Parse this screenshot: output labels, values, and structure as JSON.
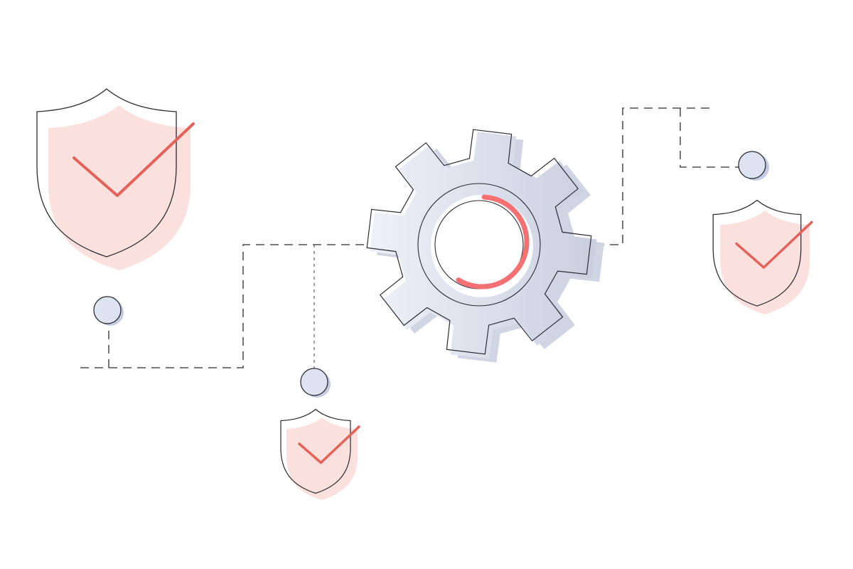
{
  "colors": {
    "background": "#ffffff",
    "outline": "#2b2b33",
    "shield_fill": "#fbe1dd",
    "check": "#e5615a",
    "gear_light": "#eef1f8",
    "gear_dark": "#c9cfdf",
    "gear_shadow": "#cfd5e3",
    "ring_accent": "#f47073",
    "node_fill": "#dde3f1",
    "node_shadow": "#c3cbe0",
    "connector": "#2b2b33"
  },
  "icons": {
    "shields": [
      "shield-check-icon",
      "shield-check-icon",
      "shield-check-icon"
    ],
    "gear": "gear-icon",
    "nodes": [
      "node-dot",
      "node-dot",
      "node-dot"
    ]
  },
  "progress": {
    "ring_fraction": 0.58
  }
}
